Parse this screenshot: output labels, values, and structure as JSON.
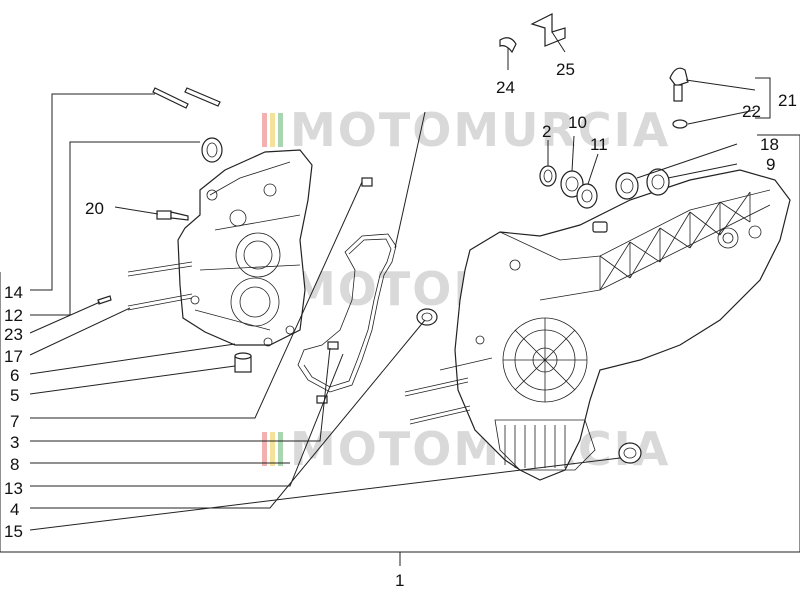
{
  "diagram": {
    "watermark": "MOTOMURCIA",
    "watermark_stripe_colors": [
      "#e03a3a",
      "#f0c020",
      "#3aa050"
    ],
    "callouts": {
      "n1": "1",
      "n2": "2",
      "n3": "3",
      "n4": "4",
      "n5": "5",
      "n6": "6",
      "n7": "7",
      "n8": "8",
      "n9": "9",
      "n10": "10",
      "n11": "11",
      "n12": "12",
      "n13": "13",
      "n14": "14",
      "n15": "15",
      "n17": "17",
      "n18": "18",
      "n20": "20",
      "n21": "21",
      "n22": "22",
      "n23": "23",
      "n24": "24",
      "n25": "25"
    }
  }
}
